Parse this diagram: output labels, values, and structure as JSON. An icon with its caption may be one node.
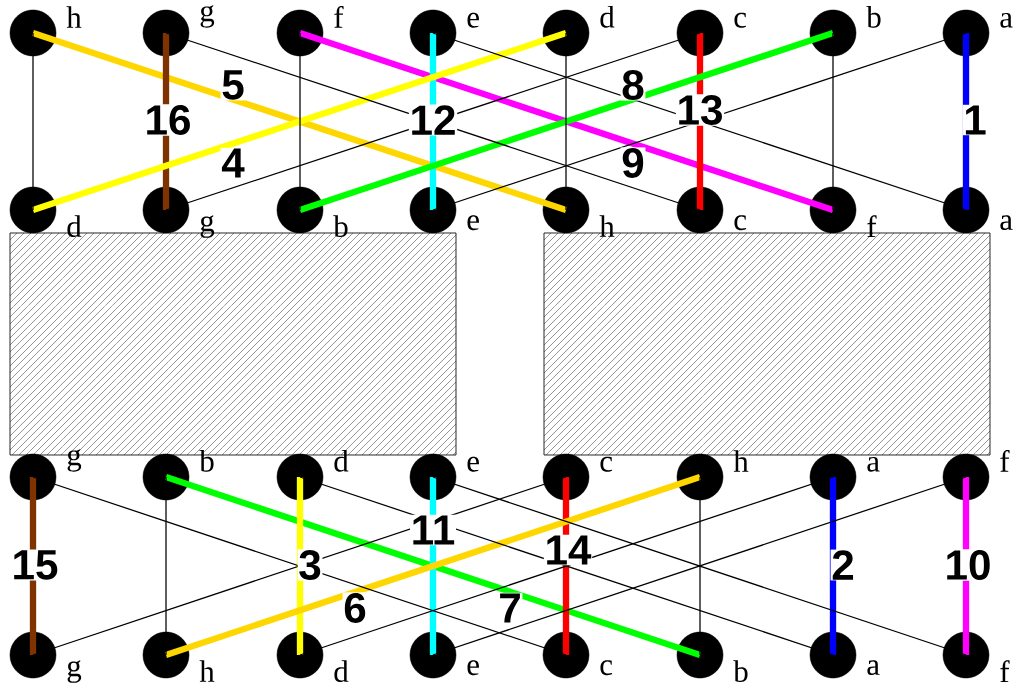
{
  "diagram": {
    "nodes": [
      {
        "text": [],
        "shape": "circle",
        "beside": [
          "h"
        ]
      },
      {
        "text": [],
        "shape": "circle",
        "beside": [
          "g"
        ]
      },
      {
        "text": [],
        "shape": "circle",
        "beside": [
          "f"
        ]
      },
      {
        "text": [],
        "shape": "circle",
        "beside": [
          "e"
        ]
      },
      {
        "text": [],
        "shape": "circle",
        "beside": [
          "d"
        ]
      },
      {
        "text": [],
        "shape": "circle",
        "beside": [
          "c"
        ]
      },
      {
        "text": [],
        "shape": "circle",
        "beside": [
          "b"
        ]
      },
      {
        "text": [],
        "shape": "circle",
        "beside": [
          "a"
        ]
      },
      {
        "text": [],
        "shape": "circle",
        "beside": [
          "d"
        ]
      },
      {
        "text": [],
        "shape": "circle",
        "beside": [
          "g"
        ]
      },
      {
        "text": [],
        "shape": "circle",
        "beside": [
          "b"
        ]
      },
      {
        "text": [],
        "shape": "circle",
        "beside": [
          "e"
        ]
      },
      {
        "text": [],
        "shape": "circle",
        "beside": [
          "h"
        ]
      },
      {
        "text": [],
        "shape": "circle",
        "beside": [
          "c"
        ]
      },
      {
        "text": [],
        "shape": "circle",
        "beside": [
          "f"
        ]
      },
      {
        "text": [],
        "shape": "circle",
        "beside": [
          "a"
        ]
      },
      {
        "text": [],
        "shape": "circle",
        "beside": [
          "g"
        ]
      },
      {
        "text": [],
        "shape": "circle",
        "beside": [
          "b"
        ]
      },
      {
        "text": [],
        "shape": "circle",
        "beside": [
          "d"
        ]
      },
      {
        "text": [],
        "shape": "circle",
        "beside": [
          "e"
        ]
      },
      {
        "text": [],
        "shape": "circle",
        "beside": [
          "c"
        ]
      },
      {
        "text": [],
        "shape": "circle",
        "beside": [
          "h"
        ]
      },
      {
        "text": [],
        "shape": "circle",
        "beside": [
          "a"
        ]
      },
      {
        "text": [],
        "shape": "circle",
        "beside": [
          "f"
        ]
      },
      {
        "text": [],
        "shape": "circle",
        "beside": [
          "g"
        ]
      },
      {
        "text": [],
        "shape": "circle",
        "beside": [
          "h"
        ]
      },
      {
        "text": [],
        "shape": "circle",
        "beside": [
          "d"
        ]
      },
      {
        "text": [],
        "shape": "circle",
        "beside": [
          "e"
        ]
      },
      {
        "text": [],
        "shape": "circle",
        "beside": [
          "c"
        ]
      },
      {
        "text": [],
        "shape": "circle",
        "beside": [
          "b"
        ]
      },
      {
        "text": [],
        "shape": "circle",
        "beside": [
          "a"
        ]
      },
      {
        "text": [],
        "shape": "circle",
        "beside": [
          "f"
        ]
      }
    ],
    "edges": [
      {
        "from": 0,
        "to": 12,
        "arrow": "none",
        "label": "5",
        "style": "thick",
        "color": "#ffd700"
      },
      {
        "from": 1,
        "to": 9,
        "arrow": "none",
        "label": "16",
        "style": "thick",
        "color": "#7f3300"
      },
      {
        "from": 2,
        "to": 14,
        "arrow": "none",
        "label": "9",
        "style": "thick",
        "color": "#ff00ff"
      },
      {
        "from": 3,
        "to": 11,
        "arrow": "none",
        "label": "12",
        "style": "thick",
        "color": "#00ffff"
      },
      {
        "from": 4,
        "to": 8,
        "arrow": "none",
        "label": "4",
        "style": "thick",
        "color": "#ffff00"
      },
      {
        "from": 5,
        "to": 13,
        "arrow": "none",
        "label": "13",
        "style": "thick",
        "color": "#ff0000"
      },
      {
        "from": 6,
        "to": 10,
        "arrow": "none",
        "label": "8",
        "style": "thick",
        "color": "#00ff00"
      },
      {
        "from": 7,
        "to": 15,
        "arrow": "none",
        "label": "1",
        "style": "thick",
        "color": "#0000ff"
      },
      {
        "from": 0,
        "to": 8,
        "arrow": "none",
        "color": "#000000"
      },
      {
        "from": 2,
        "to": 10,
        "arrow": "none",
        "color": "#000000"
      },
      {
        "from": 4,
        "to": 12,
        "arrow": "none",
        "color": "#000000"
      },
      {
        "from": 6,
        "to": 14,
        "arrow": "none",
        "color": "#000000"
      },
      {
        "from": 1,
        "to": 13,
        "arrow": "none",
        "color": "#000000"
      },
      {
        "from": 3,
        "to": 15,
        "arrow": "none",
        "color": "#000000"
      },
      {
        "from": 9,
        "to": 5,
        "arrow": "none",
        "color": "#000000"
      },
      {
        "from": 11,
        "to": 7,
        "arrow": "none",
        "color": "#000000"
      },
      {
        "from": 16,
        "to": 24,
        "arrow": "none",
        "label": "15",
        "style": "thick",
        "color": "#7f3300"
      },
      {
        "from": 17,
        "to": 29,
        "arrow": "none",
        "label": "7",
        "style": "thick",
        "color": "#00ff00"
      },
      {
        "from": 18,
        "to": 26,
        "arrow": "none",
        "label": "3",
        "style": "thick",
        "color": "#ffff00"
      },
      {
        "from": 19,
        "to": 27,
        "arrow": "none",
        "label": "11",
        "style": "thick",
        "color": "#00ffff"
      },
      {
        "from": 20,
        "to": 28,
        "arrow": "none",
        "label": "14",
        "style": "thick",
        "color": "#ff0000"
      },
      {
        "from": 21,
        "to": 25,
        "arrow": "none",
        "label": "6",
        "style": "thick",
        "color": "#ffd700"
      },
      {
        "from": 22,
        "to": 30,
        "arrow": "none",
        "label": "2",
        "style": "thick",
        "color": "#0000ff"
      },
      {
        "from": 23,
        "to": 31,
        "arrow": "none",
        "label": "10",
        "style": "thick",
        "color": "#ff00ff"
      },
      {
        "from": 17,
        "to": 25,
        "arrow": "none",
        "color": "#000000"
      },
      {
        "from": 21,
        "to": 29,
        "arrow": "none",
        "color": "#000000"
      },
      {
        "from": 16,
        "to": 28,
        "arrow": "none",
        "color": "#000000"
      },
      {
        "from": 18,
        "to": 30,
        "arrow": "none",
        "color": "#000000"
      },
      {
        "from": 19,
        "to": 31,
        "arrow": "none",
        "color": "#000000"
      },
      {
        "from": 24,
        "to": 20,
        "arrow": "none",
        "color": "#000000"
      },
      {
        "from": 26,
        "to": 22,
        "arrow": "none",
        "color": "#000000"
      },
      {
        "from": 27,
        "to": 23,
        "arrow": "none",
        "color": "#000000"
      }
    ]
  }
}
